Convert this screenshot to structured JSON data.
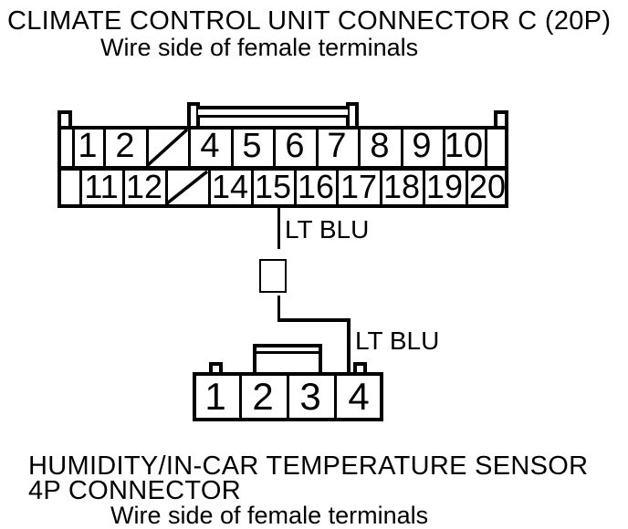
{
  "colors": {
    "ink": "#000000",
    "paper": "#ffffff"
  },
  "header": {
    "title": "CLIMATE CONTROL UNIT CONNECTOR C (20P)",
    "subtitle": "Wire side of female terminals"
  },
  "connector_20p": {
    "top_row_pins": [
      "1",
      "2",
      "",
      "4",
      "5",
      "6",
      "7",
      "8",
      "9",
      "10"
    ],
    "bottom_row_pins": [
      "11",
      "12",
      "",
      "14",
      "15",
      "16",
      "17",
      "18",
      "19",
      "20"
    ],
    "no_pin_cells": [
      "3",
      "13"
    ]
  },
  "wire": {
    "upper_label": "LT BLU",
    "lower_label": "LT BLU",
    "from_pin": "15",
    "to_pin": "4"
  },
  "connector_4p": {
    "pins": [
      "1",
      "2",
      "3",
      "4"
    ]
  },
  "footer": {
    "title_line1": "HUMIDITY/IN-CAR TEMPERATURE SENSOR",
    "title_line2": "4P CONNECTOR",
    "subtitle": "Wire side of female terminals"
  }
}
